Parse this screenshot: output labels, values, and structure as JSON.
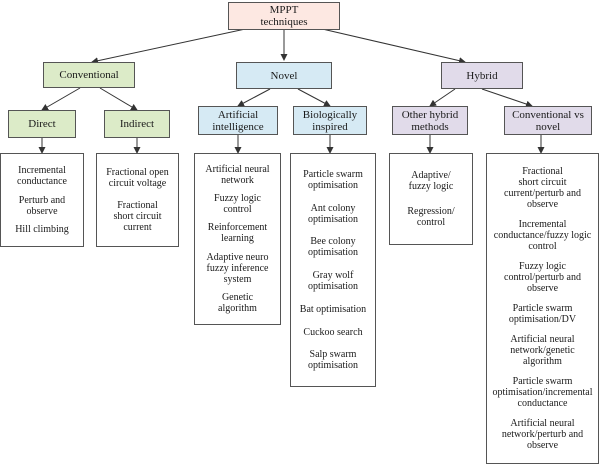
{
  "root": {
    "label": "MPPT\ntechniques"
  },
  "conventional": {
    "label": "Conventional",
    "direct": {
      "label": "Direct",
      "items": [
        "Incremental\nconductance",
        "Perturb and\nobserve",
        "Hill climbing"
      ]
    },
    "indirect": {
      "label": "Indirect",
      "items": [
        "Fractional open\ncircuit voltage",
        "Fractional\nshort circuit\ncurrent"
      ]
    }
  },
  "novel": {
    "label": "Novel",
    "ai": {
      "label": "Artificial\nintelligence",
      "items": [
        "Artificial neural\nnetwork",
        "Fuzzy logic\ncontrol",
        "Reinforcement\nlearning",
        "Adaptive neuro\nfuzzy inference\nsystem",
        "Genetic\nalgorithm"
      ]
    },
    "bio": {
      "label": "Biologically\ninspired",
      "items": [
        "Particle swarm\noptimisation",
        "Ant colony\noptimisation",
        "Bee colony\noptimisation",
        "Gray wolf\noptimisation",
        "Bat optimisation",
        "Cuckoo search",
        "Salp swarm\noptimisation"
      ]
    }
  },
  "hybrid": {
    "label": "Hybrid",
    "other": {
      "label": "Other hybrid\nmethods",
      "items": [
        "Adaptive/\nfuzzy logic",
        "Regression/\ncontrol"
      ]
    },
    "cvn": {
      "label": "Conventional vs\nnovel",
      "items": [
        "Fractional\nshort circuit\ncurrent/perturb and\nobserve",
        "Incremental\nconductance/fuzzy logic\ncontrol",
        "Fuzzy logic\ncontrol/perturb and\nobserve",
        "Particle swarm\noptimisation/DV",
        "Artificial neural\nnetwork/genetic\nalgorithm",
        "Particle swarm\noptimisation/incremental\nconductance",
        "Artificial neural\nnetwork/perturb and\nobserve"
      ]
    }
  }
}
